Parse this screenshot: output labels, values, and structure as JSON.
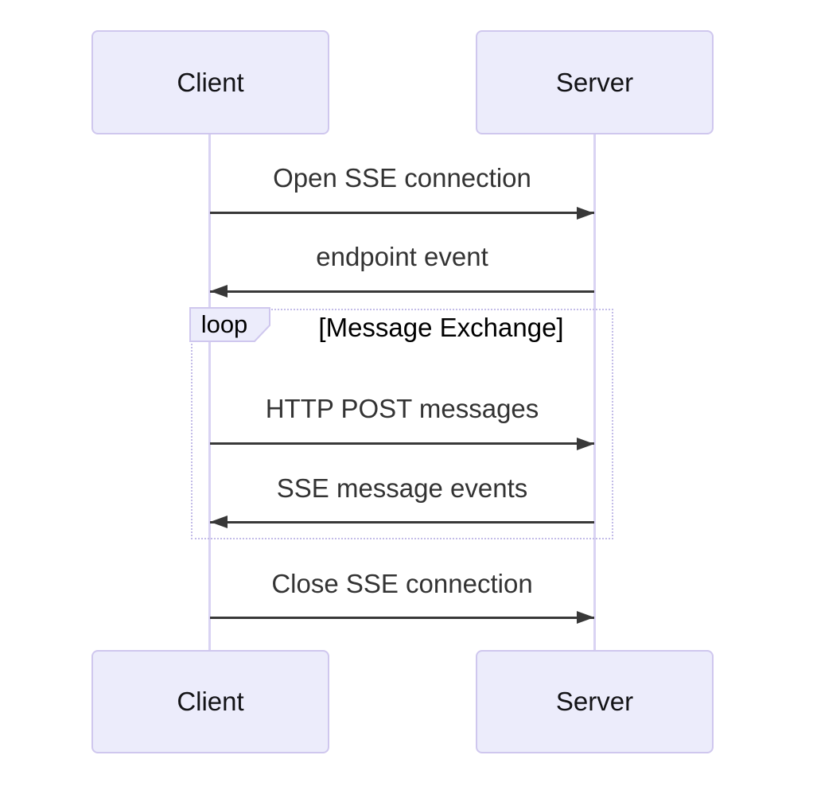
{
  "diagram": {
    "type": "sequence",
    "actors": [
      {
        "id": "client",
        "label": "Client"
      },
      {
        "id": "server",
        "label": "Server"
      }
    ],
    "messages": [
      {
        "label": "Open SSE connection",
        "from": "client",
        "to": "server",
        "arrow": "solid-right",
        "in_loop": false
      },
      {
        "label": "endpoint event",
        "from": "server",
        "to": "client",
        "arrow": "solid-left",
        "in_loop": false
      },
      {
        "label": "HTTP POST messages",
        "from": "client",
        "to": "server",
        "arrow": "solid-right",
        "in_loop": true
      },
      {
        "label": "SSE message events",
        "from": "server",
        "to": "client",
        "arrow": "solid-left",
        "in_loop": true
      },
      {
        "label": "Close SSE connection",
        "from": "client",
        "to": "server",
        "arrow": "solid-right",
        "in_loop": false
      }
    ],
    "loop": {
      "keyword": "loop",
      "title": "[Message Exchange]"
    },
    "colors": {
      "background": "#FFFFFF",
      "actor_fill": "#ECECFB",
      "actor_border": "#CFC7EE",
      "lifeline": "#D9D3F3",
      "loop_border": "#C3BCE8",
      "arrow": "#383838",
      "message_text": "#333333",
      "actor_text": "#131316",
      "loop_text": "#000000"
    }
  }
}
